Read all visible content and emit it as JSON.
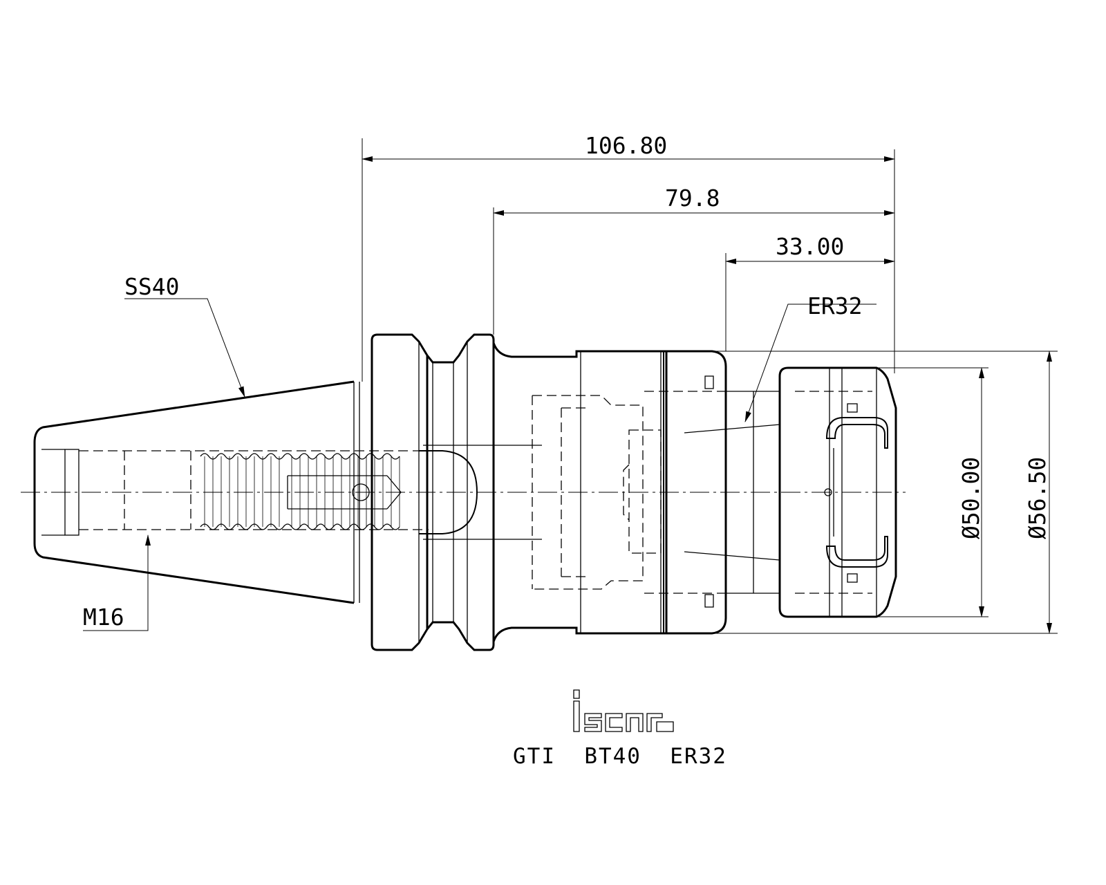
{
  "drawing": {
    "dimensions": {
      "overall_length": "106.80",
      "body_length": "79.8",
      "nut_length": "33.00",
      "diameter_inner": "Ø50.00",
      "diameter_outer": "Ø56.50"
    },
    "callouts": {
      "shank": "SS40",
      "thread": "M16",
      "collet": "ER32"
    },
    "logo": "iscar",
    "caption": "GTI  BT40  ER32"
  }
}
